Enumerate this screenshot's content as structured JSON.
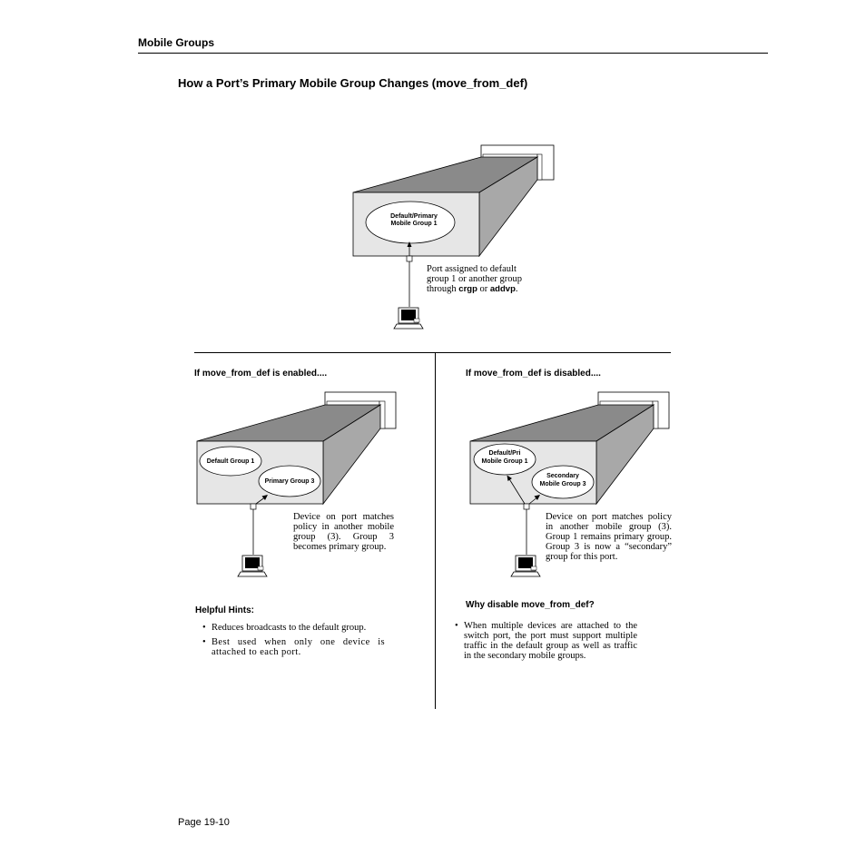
{
  "header": {
    "section": "Mobile Groups"
  },
  "page_title": "How a Port’s Primary Mobile Group Changes (move_from_def)",
  "top_diagram": {
    "group_label_1": "Default/Primary",
    "group_label_2": "Mobile Group 1",
    "caption_pre": "Port assigned to default group 1 or another group through ",
    "caption_cmd1": "crgp",
    "caption_or": " or ",
    "caption_cmd2": "addvp",
    "caption_post": "."
  },
  "left_column": {
    "heading": "If move_from_def is enabled....",
    "group_a": "Default Group 1",
    "group_b": "Primary Group 3",
    "caption": "Device on port matches policy in another mobile group (3). Group 3 becomes primary group.",
    "hints_heading": "Helpful Hints:",
    "hints": [
      "Reduces broadcasts to the default group.",
      "Best used when only one device is attached to each port."
    ],
    "bullet": "•"
  },
  "right_column": {
    "heading": "If move_from_def is disabled....",
    "group_a_1": "Default/Pri",
    "group_a_2": "Mobile Group 1",
    "group_b_1": "Secondary",
    "group_b_2": "Mobile Group 3",
    "caption": "Device on port matches policy in another mobile group (3). Group 1 remains primary group. Group 3 is now a “secondary” group for this port.",
    "why_heading": "Why disable move_from_def?",
    "why_text": "When multiple devices are attached to the switch port, the port must support multiple traffic in the default group as well as traffic in the secondary mobile groups.",
    "bullet": "•"
  },
  "footer": {
    "page": "Page 19-10"
  },
  "colors": {
    "box_face": "#e6e6e6",
    "box_side": "#a8a8a8",
    "box_top": "#8a8a8a",
    "ink": "#000000"
  }
}
